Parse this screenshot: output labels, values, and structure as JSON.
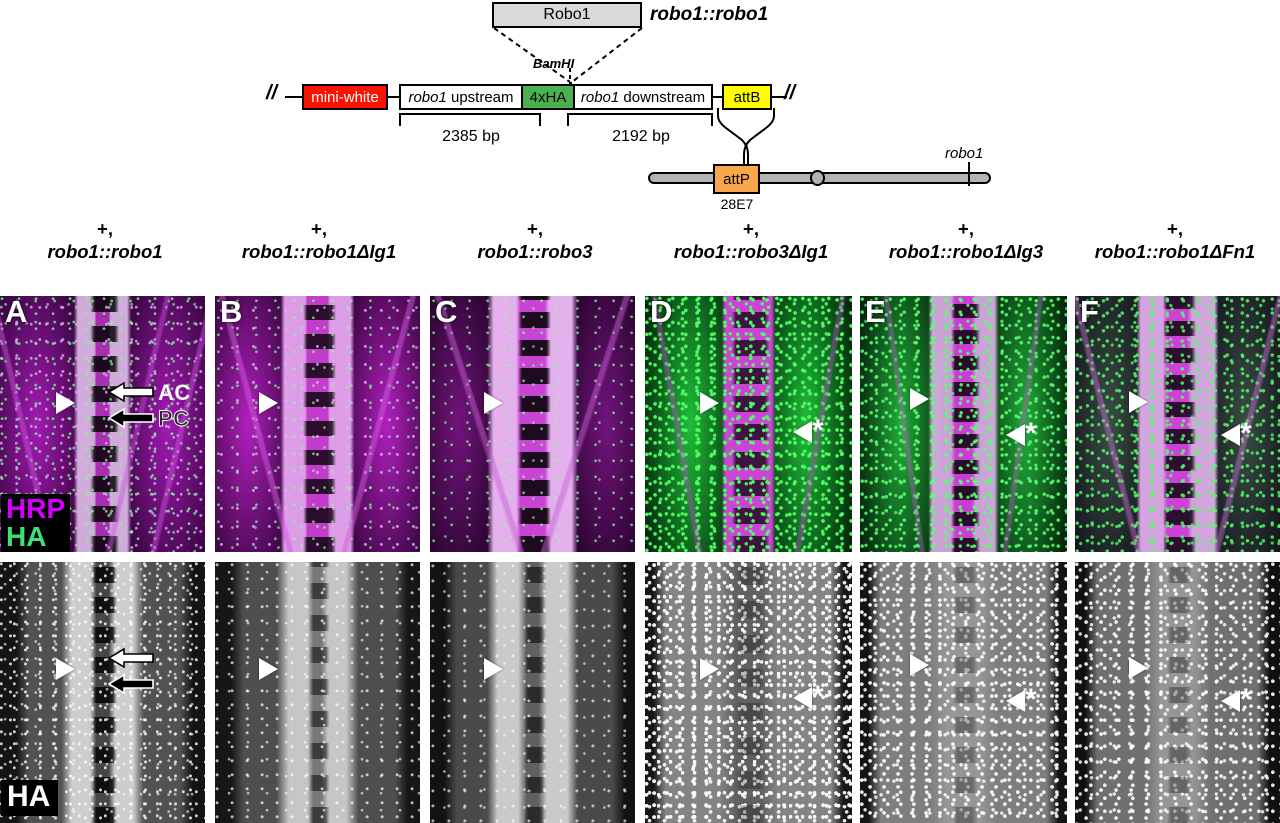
{
  "schematic": {
    "robo1_box_label": "Robo1",
    "construct_title": "robo1::robo1",
    "bamhi_label": "BamHI",
    "slash_left": "//",
    "slash_right": "//",
    "boxes": {
      "mini_white": "mini-white",
      "upstream": "robo1 upstream",
      "ha_tag": "4xHA",
      "downstream": "robo1 downstream",
      "attb": "attB",
      "attp": "attP"
    },
    "bp_labels": {
      "upstream": "2385 bp",
      "downstream": "2192 bp"
    },
    "attp_site": "28E7",
    "chromosome_gene": "robo1",
    "colors": {
      "mini_white": "#fb1200",
      "ha_tag": "#4caf50",
      "attb": "#ffff00",
      "attp": "#f9a74d",
      "robo1_box": "#d9d9d9",
      "chromosome": "#b3b3b3"
    }
  },
  "genotypes": [
    {
      "plus": "+,",
      "allele": "robo1::robo1"
    },
    {
      "plus": "+,",
      "allele": "robo1::robo1ΔIg1"
    },
    {
      "plus": "+,",
      "allele": "robo1::robo3"
    },
    {
      "plus": "+,",
      "allele": "robo1::robo3ΔIg1"
    },
    {
      "plus": "+,",
      "allele": "robo1::robo1ΔIg3"
    },
    {
      "plus": "+,",
      "allele": "robo1::robo1ΔFn1"
    }
  ],
  "panels": {
    "top_row_letters": [
      "A",
      "B",
      "C",
      "D",
      "E",
      "F"
    ],
    "legend": {
      "hrp_label": "HRP",
      "ha_label": "HA",
      "hrp_color": "#d400ff",
      "ha_color": "#3ee07a"
    },
    "bottom_row_badge": "HA",
    "arrow_labels": {
      "ac": "AC",
      "pc": "PC"
    },
    "asterisk": "*"
  }
}
